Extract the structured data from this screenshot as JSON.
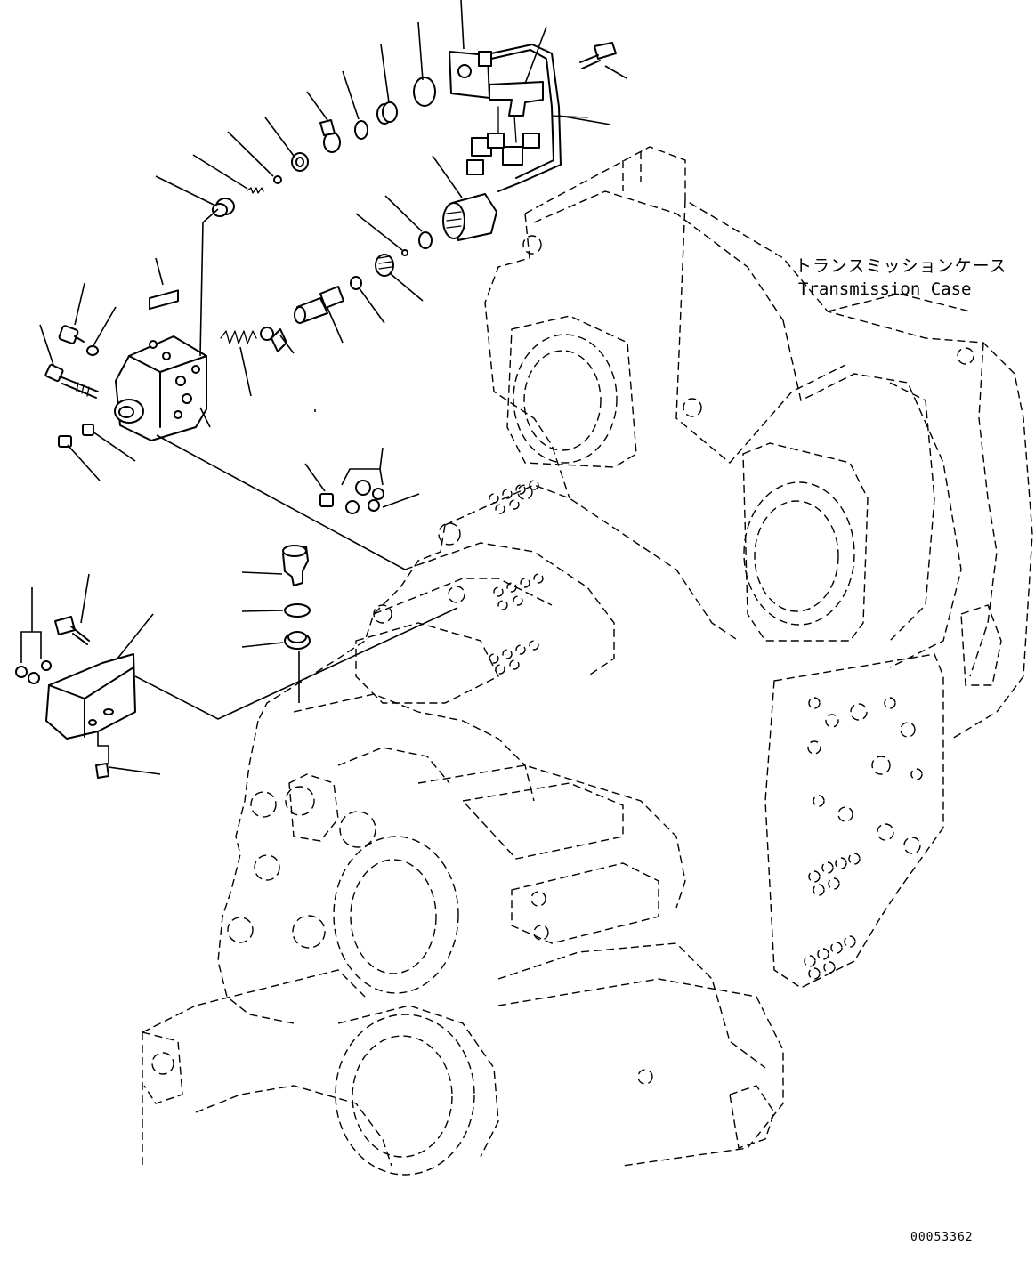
{
  "labels": {
    "case_name_jp": "トランスミッションケース",
    "case_name_en": "Transmission Case",
    "figure_number": "00053362"
  }
}
